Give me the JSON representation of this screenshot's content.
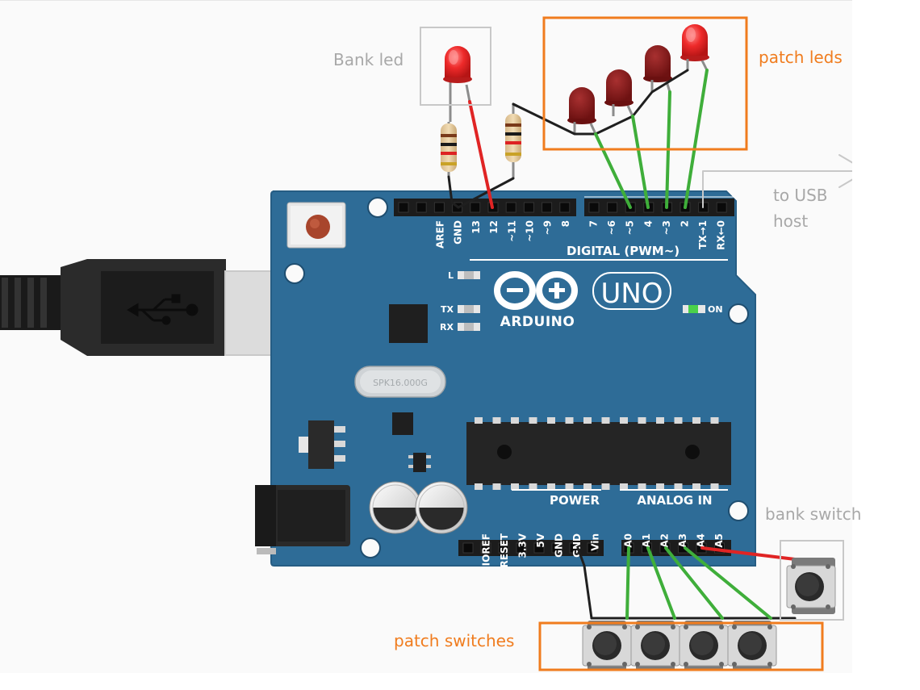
{
  "annotations": {
    "bank_led": "Bank led",
    "patch_leds": "patch leds",
    "to_usb_host_line1": "to USB",
    "to_usb_host_line2": "host",
    "bank_switch": "bank switch",
    "patch_switches": "patch switches"
  },
  "board": {
    "brand": "ARDUINO",
    "model": "UNO",
    "digital_header": "DIGITAL (PWM~)",
    "digital_pins": [
      "AREF",
      "GND",
      "13",
      "12",
      "~11",
      "~10",
      "~9",
      "8",
      "7",
      "~6",
      "~5",
      "4",
      "~3",
      "2",
      "TX→1",
      "RX←0"
    ],
    "leds": {
      "l": "L",
      "tx": "TX",
      "rx": "RX",
      "on": "ON"
    },
    "crystal": "SPK16.000G",
    "power_header": "POWER",
    "power_pins": [
      "IOREF",
      "RESET",
      "3.3V",
      "5V",
      "GND",
      "GND",
      "Vin"
    ],
    "analog_header": "ANALOG IN",
    "analog_pins": [
      "A0",
      "A1",
      "A2",
      "A3",
      "A4",
      "A5"
    ]
  },
  "colors": {
    "board": "#2e6c97",
    "board_edge": "#265d84",
    "wire_green": "#3fae3a",
    "wire_red": "#e02424",
    "wire_black": "#1f1f1f",
    "led_on": "#ee2a2a",
    "led_off": "#8c1c1c",
    "annotation_gray": "#a8a8a8",
    "annotation_orange": "#f07c1e"
  }
}
